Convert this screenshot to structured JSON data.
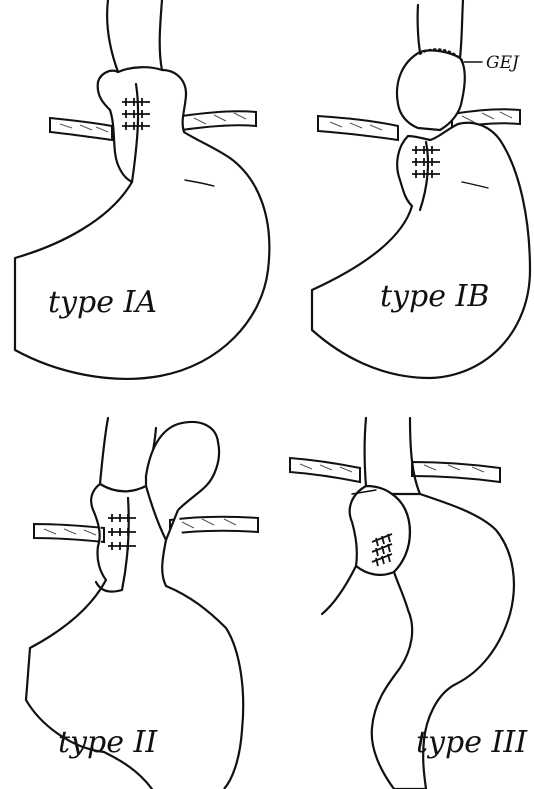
{
  "panels": [
    {
      "label": "type IA"
    },
    {
      "label": "type IB",
      "annotation": "GEJ"
    },
    {
      "label": "type II"
    },
    {
      "label": "type III"
    }
  ]
}
